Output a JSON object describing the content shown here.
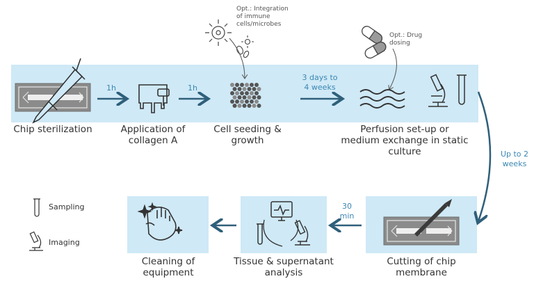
{
  "steps": {
    "chip_sterilization": "Chip sterilization",
    "application_collagen_1": "Application of",
    "application_collagen_2": "collagen A",
    "cell_seeding_1": "Cell seeding  &",
    "cell_seeding_2": "growth",
    "perfusion_1": "Perfusion set-up or",
    "perfusion_2": "medium exchange  in static",
    "perfusion_3": "culture",
    "cutting_1": "Cutting of chip",
    "cutting_2": "membrane",
    "tissue_1": "Tissue & supernatant",
    "tissue_2": "analysis",
    "cleaning_1": "Cleaning of",
    "cleaning_2": "equipment"
  },
  "times": {
    "t1": "1h",
    "t2": "1h",
    "t3_line1": "3 days to",
    "t3_line2": "4 weeks",
    "t4_line1": "Up to 2",
    "t4_line2": "weeks",
    "t5_line1": "30",
    "t5_line2": "min"
  },
  "options": {
    "immune_1": "Opt.: Integration",
    "immune_2": "of immune",
    "immune_3": "cells/microbes",
    "drug_1": "Opt.: Drug",
    "drug_2": "dosing"
  },
  "legend": {
    "sampling": "Sampling",
    "imaging": "Imaging"
  },
  "colors": {
    "band": "#cfe9f6",
    "arrow": "#2f5f7a",
    "time_text": "#3c87b2",
    "icon": "#3a3a3a"
  }
}
